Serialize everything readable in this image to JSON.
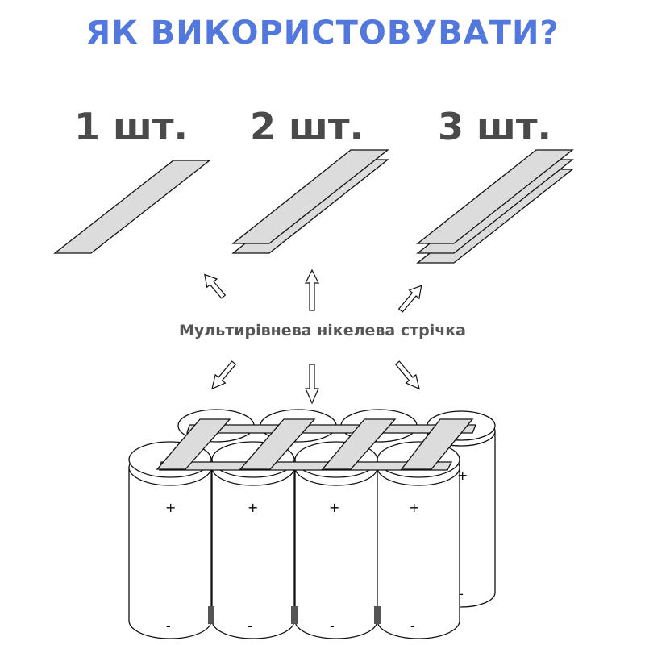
{
  "title": "ЯК ВИКОРИСТОВУВАТИ?",
  "title_color": "#5278de",
  "options": [
    {
      "label": "1 шт.",
      "layers": 1
    },
    {
      "label": "2 шт.",
      "layers": 2
    },
    {
      "label": "3 шт.",
      "layers": 3
    }
  ],
  "caption": "Мультирівнева нікелева стрічка",
  "battery_pack": {
    "front_cells": 4,
    "back_cells": 4,
    "positive_sign": "+",
    "negative_sign": "-"
  },
  "colors": {
    "strip_fill": "#dcdcdc",
    "outline": "#111111",
    "count_text": "#4a4a4a",
    "caption_text": "#555555"
  }
}
